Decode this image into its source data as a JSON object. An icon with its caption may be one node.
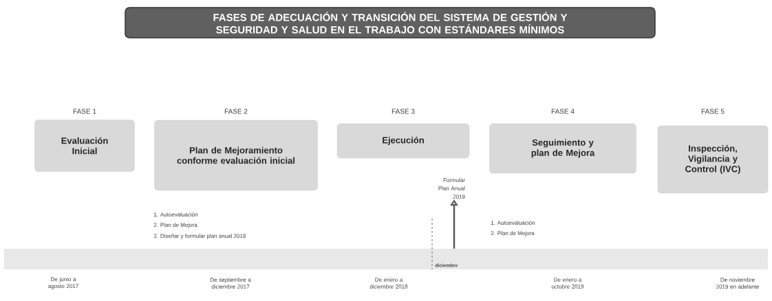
{
  "diagram": {
    "title": "FASES DE ADECUACIÓN Y TRANSICIÓN DEL SISTEMA DE GESTIÓN Y SEGURIDAD Y SALUD EN EL TRABAJO CON ESTÁNDARES MÍNIMOS",
    "nodes": [
      {
        "text": [
          "Evaluación Inicial"
        ],
        "beside": [
          "FASE 1"
        ]
      },
      {
        "text": [
          "Plan de Mejoramiento conforme evaluación inicial"
        ],
        "beside": [
          "FASE 2"
        ]
      },
      {
        "text": [
          "Ejecución"
        ],
        "beside": [
          "FASE 3"
        ]
      },
      {
        "text": [
          "Seguimiento y plan de Mejora"
        ],
        "beside": [
          "FASE 4"
        ]
      },
      {
        "text": [
          "Inspección, Vigilancia y Control (IVC)"
        ],
        "beside": [
          "FASE 5"
        ]
      },
      {
        "text": [
          "Formular Plan Anual 2019"
        ]
      },
      {
        "text": [],
        "shape": "bar"
      }
    ],
    "edges": [
      {
        "from": 6,
        "to": 5,
        "arrow": "to"
      }
    ],
    "labels": [
      "1. Autoevaluación",
      "2. Plan de Mejora",
      "3. Diseñar y formular plan anual 2018",
      "1. Autoevaluación",
      "2. Plan de Mejora",
      "diciembre",
      "De junio a agosto 2017",
      "De septiembre a diciembre 2017",
      "De enero a diciembre 2018",
      "De enero a octubre 2019",
      "De noviembre 2019 en adelante"
    ]
  }
}
